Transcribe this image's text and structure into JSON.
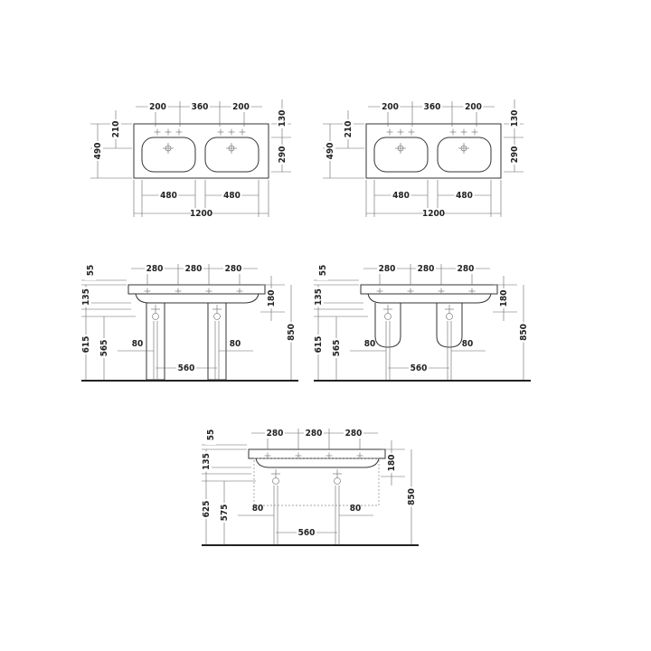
{
  "plans": [
    {
      "name": "plan-view-left",
      "dims": {
        "top": [
          "200",
          "360",
          "200"
        ],
        "right_top": "130",
        "left_inner": "210",
        "left_outer": "490",
        "right": "290",
        "bottom": [
          "480",
          "480"
        ],
        "total": "1200"
      }
    },
    {
      "name": "plan-view-right",
      "dims": {
        "top": [
          "200",
          "360",
          "200"
        ],
        "right_top": "130",
        "left_inner": "210",
        "left_outer": "490",
        "right": "290",
        "bottom": [
          "480",
          "480"
        ],
        "total": "1200"
      }
    }
  ],
  "elevations": [
    {
      "name": "elevation-pedestal",
      "variant": "pedestal",
      "dims": {
        "top": [
          "280",
          "280",
          "280"
        ],
        "l1": "55",
        "l2": "135",
        "l3": "615",
        "l4": "565",
        "side": [
          "80",
          "80"
        ],
        "spacing": "560",
        "r1": "180",
        "r2": "850"
      }
    },
    {
      "name": "elevation-semi-pedestal",
      "variant": "semi-pedestal",
      "dims": {
        "top": [
          "280",
          "280",
          "280"
        ],
        "l1": "55",
        "l2": "135",
        "l3": "615",
        "l4": "565",
        "side": [
          "80",
          "80"
        ],
        "spacing": "560",
        "r1": "180",
        "r2": "850"
      }
    },
    {
      "name": "elevation-wall-hung",
      "variant": "wall-hung",
      "dims": {
        "top": [
          "280",
          "280",
          "280"
        ],
        "l1": "55",
        "l2": "135",
        "l3": "625",
        "l4": "575",
        "side": [
          "80",
          "80"
        ],
        "spacing": "560",
        "r1": "180",
        "r2": "850"
      }
    }
  ]
}
